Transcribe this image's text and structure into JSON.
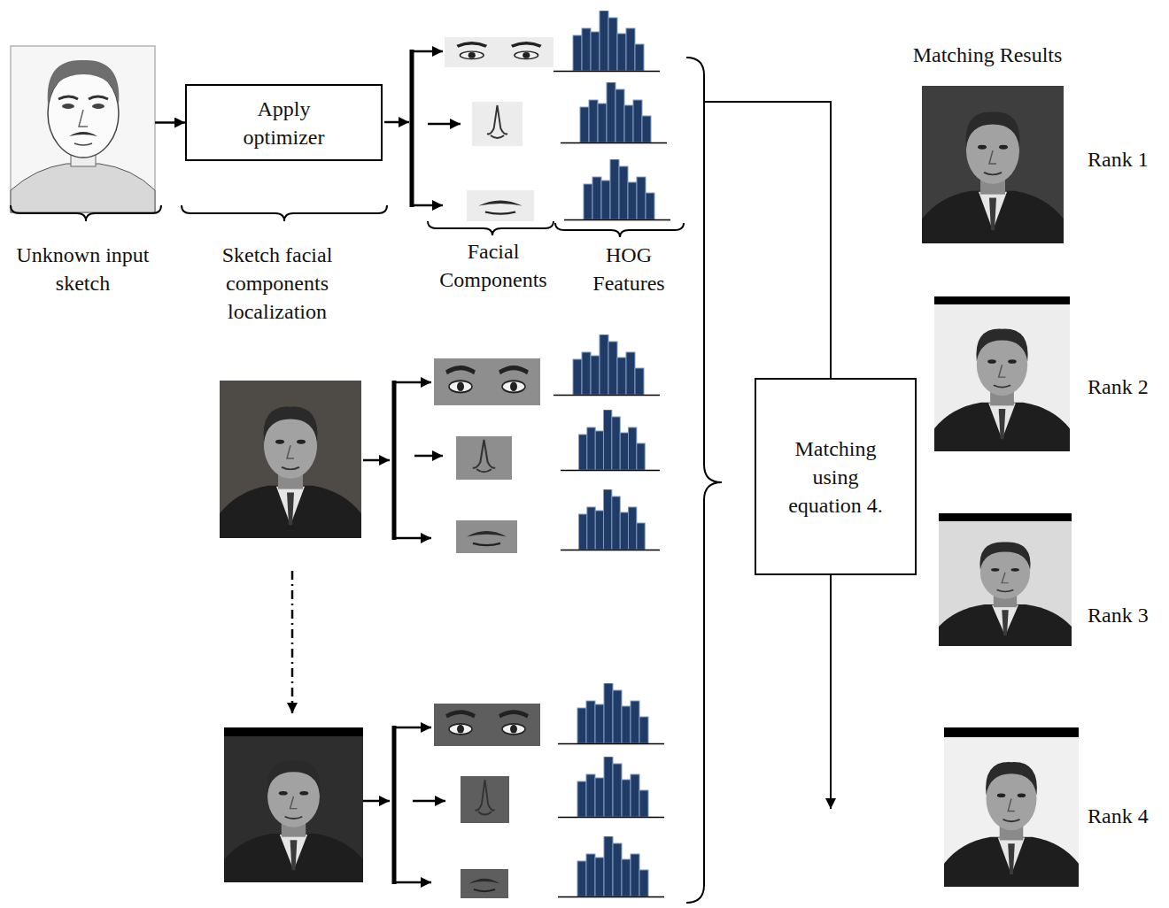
{
  "diagram": {
    "nodes": [
      {
        "text": [
          "Unknown input sketch"
        ]
      },
      {
        "text": [
          "Apply optimizer"
        ]
      },
      {
        "text": [
          "Matching using equation 4."
        ]
      }
    ],
    "edges": [
      {
        "from": 0,
        "to": 1,
        "arrow": "to"
      }
    ],
    "labels": [
      "Sketch facial components localization",
      "Facial Components",
      "HOG Features",
      "Matching Results",
      "Rank 1",
      "Rank 2",
      "Rank 3",
      "Rank 4"
    ]
  }
}
